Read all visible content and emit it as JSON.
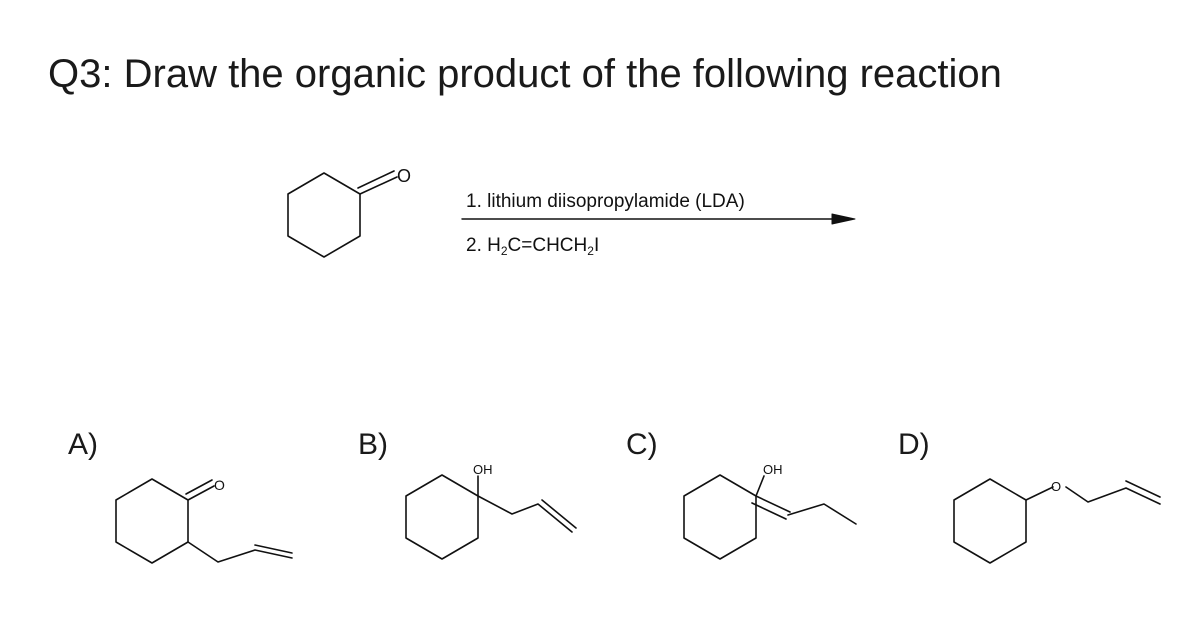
{
  "question": {
    "number": "Q3:",
    "text": "Draw the organic product of the following reaction"
  },
  "reaction": {
    "step1": "1. lithium diisopropylamide (LDA)",
    "step2_prefix": "2. H",
    "step2_sub1": "2",
    "step2_mid": "C=CHCH",
    "step2_sub2": "2",
    "step2_suffix": "I",
    "reactant_atom": "O"
  },
  "options": [
    {
      "label": "A)",
      "atom": "O"
    },
    {
      "label": "B)",
      "atom": "OH"
    },
    {
      "label": "C)",
      "atom": "OH"
    },
    {
      "label": "D)",
      "atom": "O"
    }
  ]
}
